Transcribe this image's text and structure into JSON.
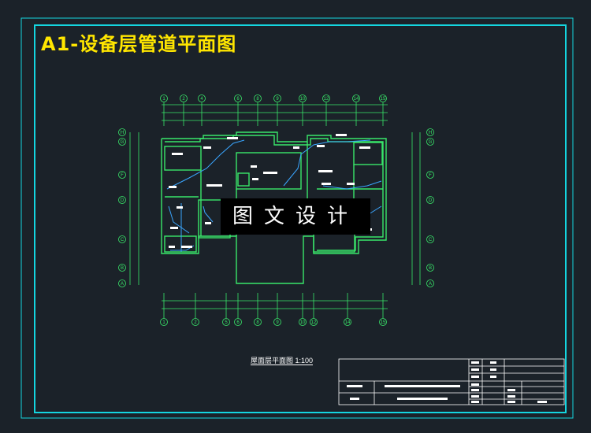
{
  "drawing": {
    "title": "A1-设备层管道平面图",
    "watermark": "图文设计",
    "plan_caption": "屋面层平面图 1:100"
  },
  "axes_top": [
    "1",
    "2",
    "4",
    "6",
    "8",
    "9",
    "10",
    "12",
    "14",
    "15"
  ],
  "axes_bottom": [
    "1",
    "2",
    "5",
    "6",
    "8",
    "9",
    "10",
    "12",
    "14",
    "15"
  ],
  "axes_left": [
    "H",
    "G",
    "F",
    "D",
    "C",
    "B",
    "A"
  ],
  "axes_right": [
    "H",
    "G",
    "F",
    "D",
    "C",
    "B",
    "A"
  ],
  "colors": {
    "frame": "#14d6e0",
    "walls": "#39e86a",
    "pipes": "#3aa6ff",
    "text_yellow": "#ffe600"
  }
}
